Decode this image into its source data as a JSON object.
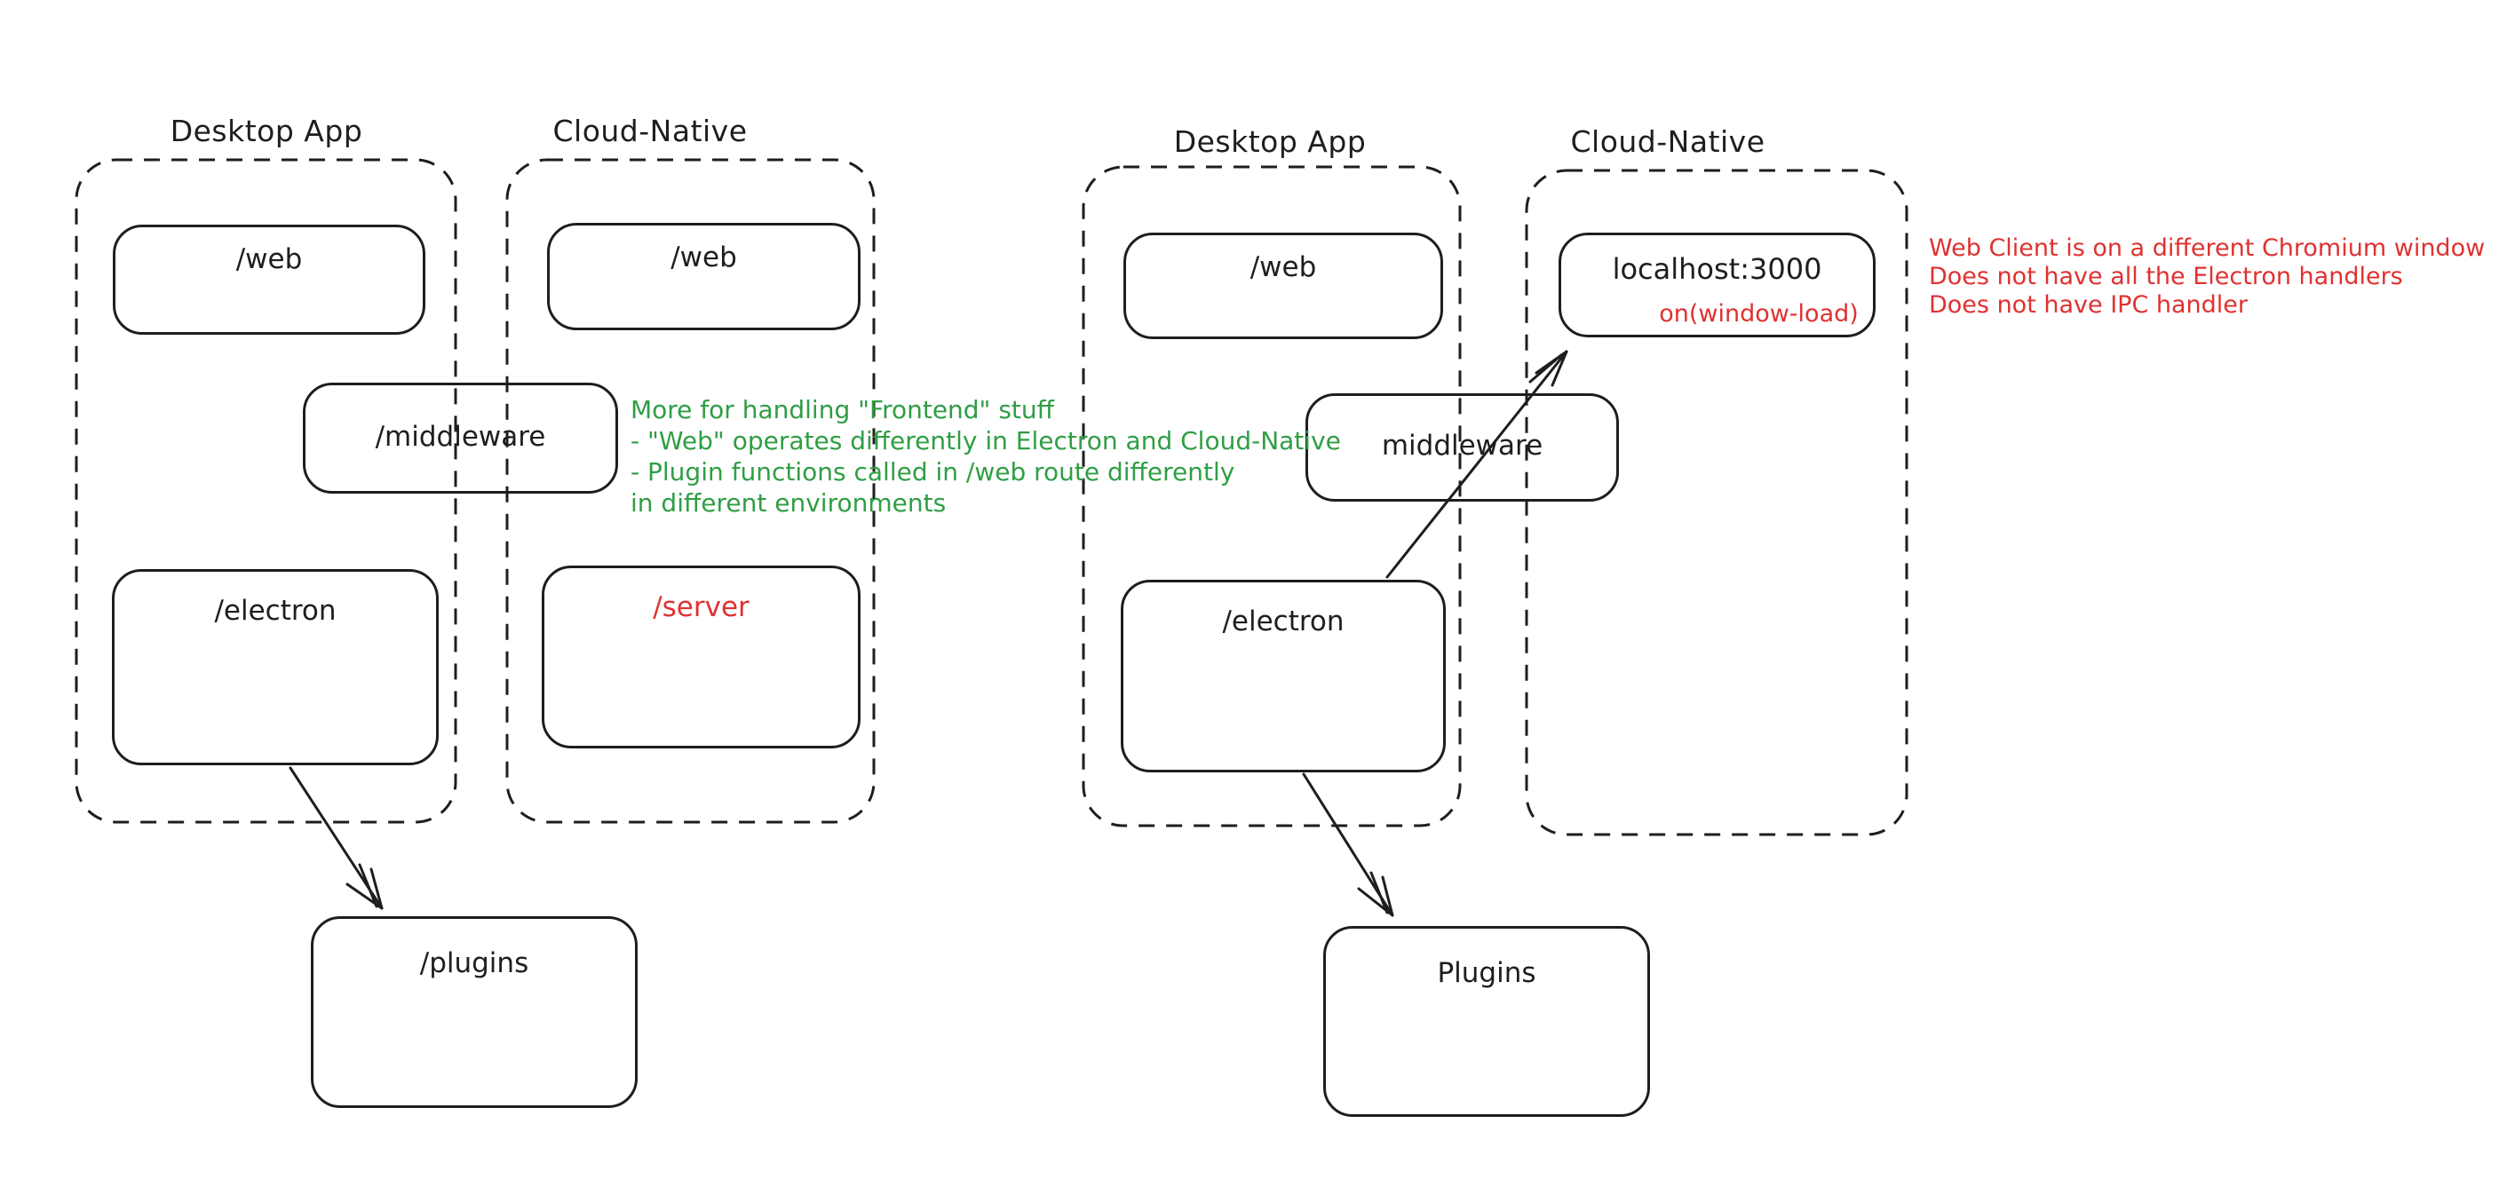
{
  "diagram": {
    "background": "#ffffff",
    "stroke_color": "#1e1e1e",
    "accent_red": "#e03131",
    "accent_green": "#2f9e44",
    "groups": {
      "left_desktop": {
        "title": "Desktop App"
      },
      "left_cloud": {
        "title": "Cloud-Native"
      },
      "right_desktop": {
        "title": "Desktop App"
      },
      "right_cloud": {
        "title": "Cloud-Native"
      }
    },
    "boxes": {
      "left_desktop_web": {
        "label": "/web"
      },
      "left_cloud_web": {
        "label": "/web"
      },
      "left_middleware": {
        "label": "/middleware"
      },
      "left_electron": {
        "label": "/electron"
      },
      "left_server": {
        "label": "/server"
      },
      "left_plugins": {
        "label": "/plugins"
      },
      "right_desktop_web": {
        "label": "/web"
      },
      "right_localhost": {
        "label": "localhost:3000",
        "sublabel": "on(window-load)"
      },
      "right_middleware": {
        "label": "middleware"
      },
      "right_electron": {
        "label": "/electron"
      },
      "right_plugins": {
        "label": "Plugins"
      }
    },
    "notes": {
      "green": {
        "lines": [
          "More for handling \"Frontend\" stuff",
          "- \"Web\" operates differently in Electron and Cloud-Native",
          "- Plugin functions called in /web route differently",
          "in different environments"
        ]
      },
      "red": {
        "lines": [
          "Web Client is on a different Chromium window",
          "Does not have all the Electron handlers",
          "Does not have IPC handler"
        ]
      }
    }
  }
}
